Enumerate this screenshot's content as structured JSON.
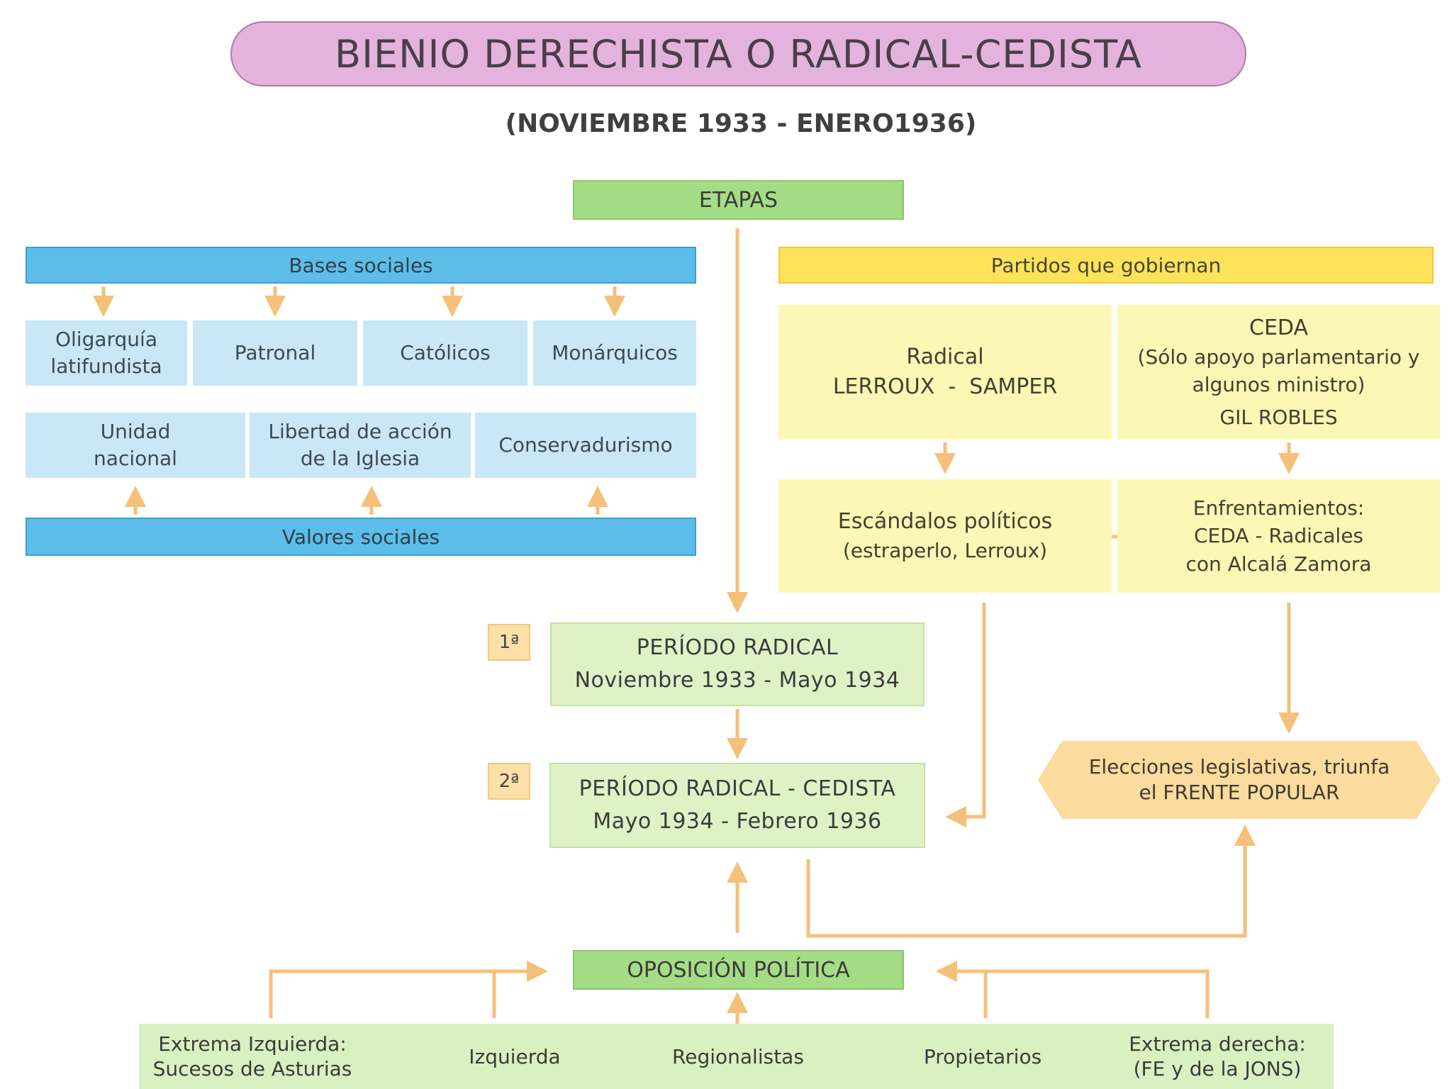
{
  "title": "BIENIO DERECHISTA O RADICAL-CEDISTA",
  "subtitle": "(NOVIEMBRE 1933 - ENERO1936)",
  "etapas": "ETAPAS",
  "bases_sociales": {
    "header": "Bases sociales",
    "items": [
      "Oligarquía\nlatifundista",
      "Patronal",
      "Católicos",
      "Monárquicos"
    ]
  },
  "valores_sociales": {
    "header": "Valores sociales",
    "items": [
      "Unidad\nnacional",
      "Libertad de acción\nde la Iglesia",
      "Conservadurismo"
    ]
  },
  "partidos": {
    "header": "Partidos que gobiernan",
    "radical": {
      "name": "Radical",
      "leaders": "LERROUX  -  SAMPER"
    },
    "ceda": {
      "name": "CEDA",
      "note": "(Sólo apoyo parlamentario y\nalgunos ministro)",
      "leader": "GIL ROBLES"
    },
    "escandalos": {
      "line1": "Escándalos políticos",
      "line2": "(estraperlo, Lerroux)"
    },
    "enfrentamientos": {
      "line1": "Enfrentamientos:",
      "line2": "CEDA - Radicales",
      "line3": "con Alcalá Zamora"
    }
  },
  "periodos": [
    {
      "badge": "1ª",
      "name": "PERÍODO RADICAL",
      "dates": "Noviembre 1933 - Mayo 1934"
    },
    {
      "badge": "2ª",
      "name": "PERÍODO RADICAL - CEDISTA",
      "dates": "Mayo 1934 - Febrero 1936"
    }
  ],
  "elecciones": "Elecciones legislativas, triunfa\nel FRENTE POPULAR",
  "oposicion": {
    "header": "OPOSICIÓN POLÍTICA",
    "items": [
      "Extrema Izquierda:\nSucesos de Asturias",
      "Izquierda",
      "Regionalistas",
      "Propietarios",
      "Extrema derecha:\n(FE y de la JONS)"
    ]
  },
  "colors": {
    "title_pill": "#e3b3de",
    "green": "#a5dd86",
    "light_green": "#dff2c6",
    "blue": "#5cbde9",
    "light_blue": "#c9e7f7",
    "yellow": "#fde25a",
    "light_yellow": "#fdf7b5",
    "arrow": "#f5c07a",
    "hexagon": "#fbdb9e"
  }
}
